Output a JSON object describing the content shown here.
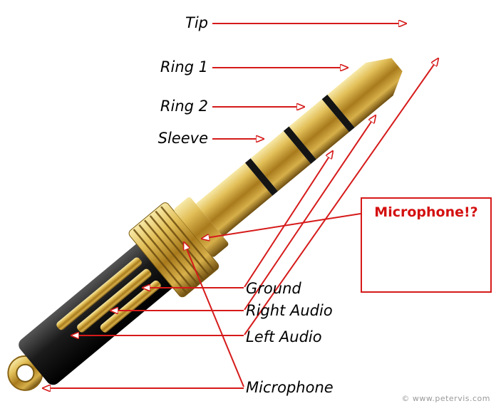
{
  "labels": {
    "tip": "Tip",
    "ring1": "Ring 1",
    "ring2": "Ring 2",
    "sleeve": "Sleeve",
    "ground": "Ground",
    "right_audio": "Right Audio",
    "left_audio": "Left Audio",
    "microphone": "Microphone"
  },
  "callout": {
    "text": "Microphone!?",
    "icon": "thinking-face-emoji"
  },
  "credit": "© www.petervis.com",
  "colors": {
    "arrow": "#d61a1a",
    "gold": "#c9a336",
    "insulator": "#1a1a1a"
  }
}
